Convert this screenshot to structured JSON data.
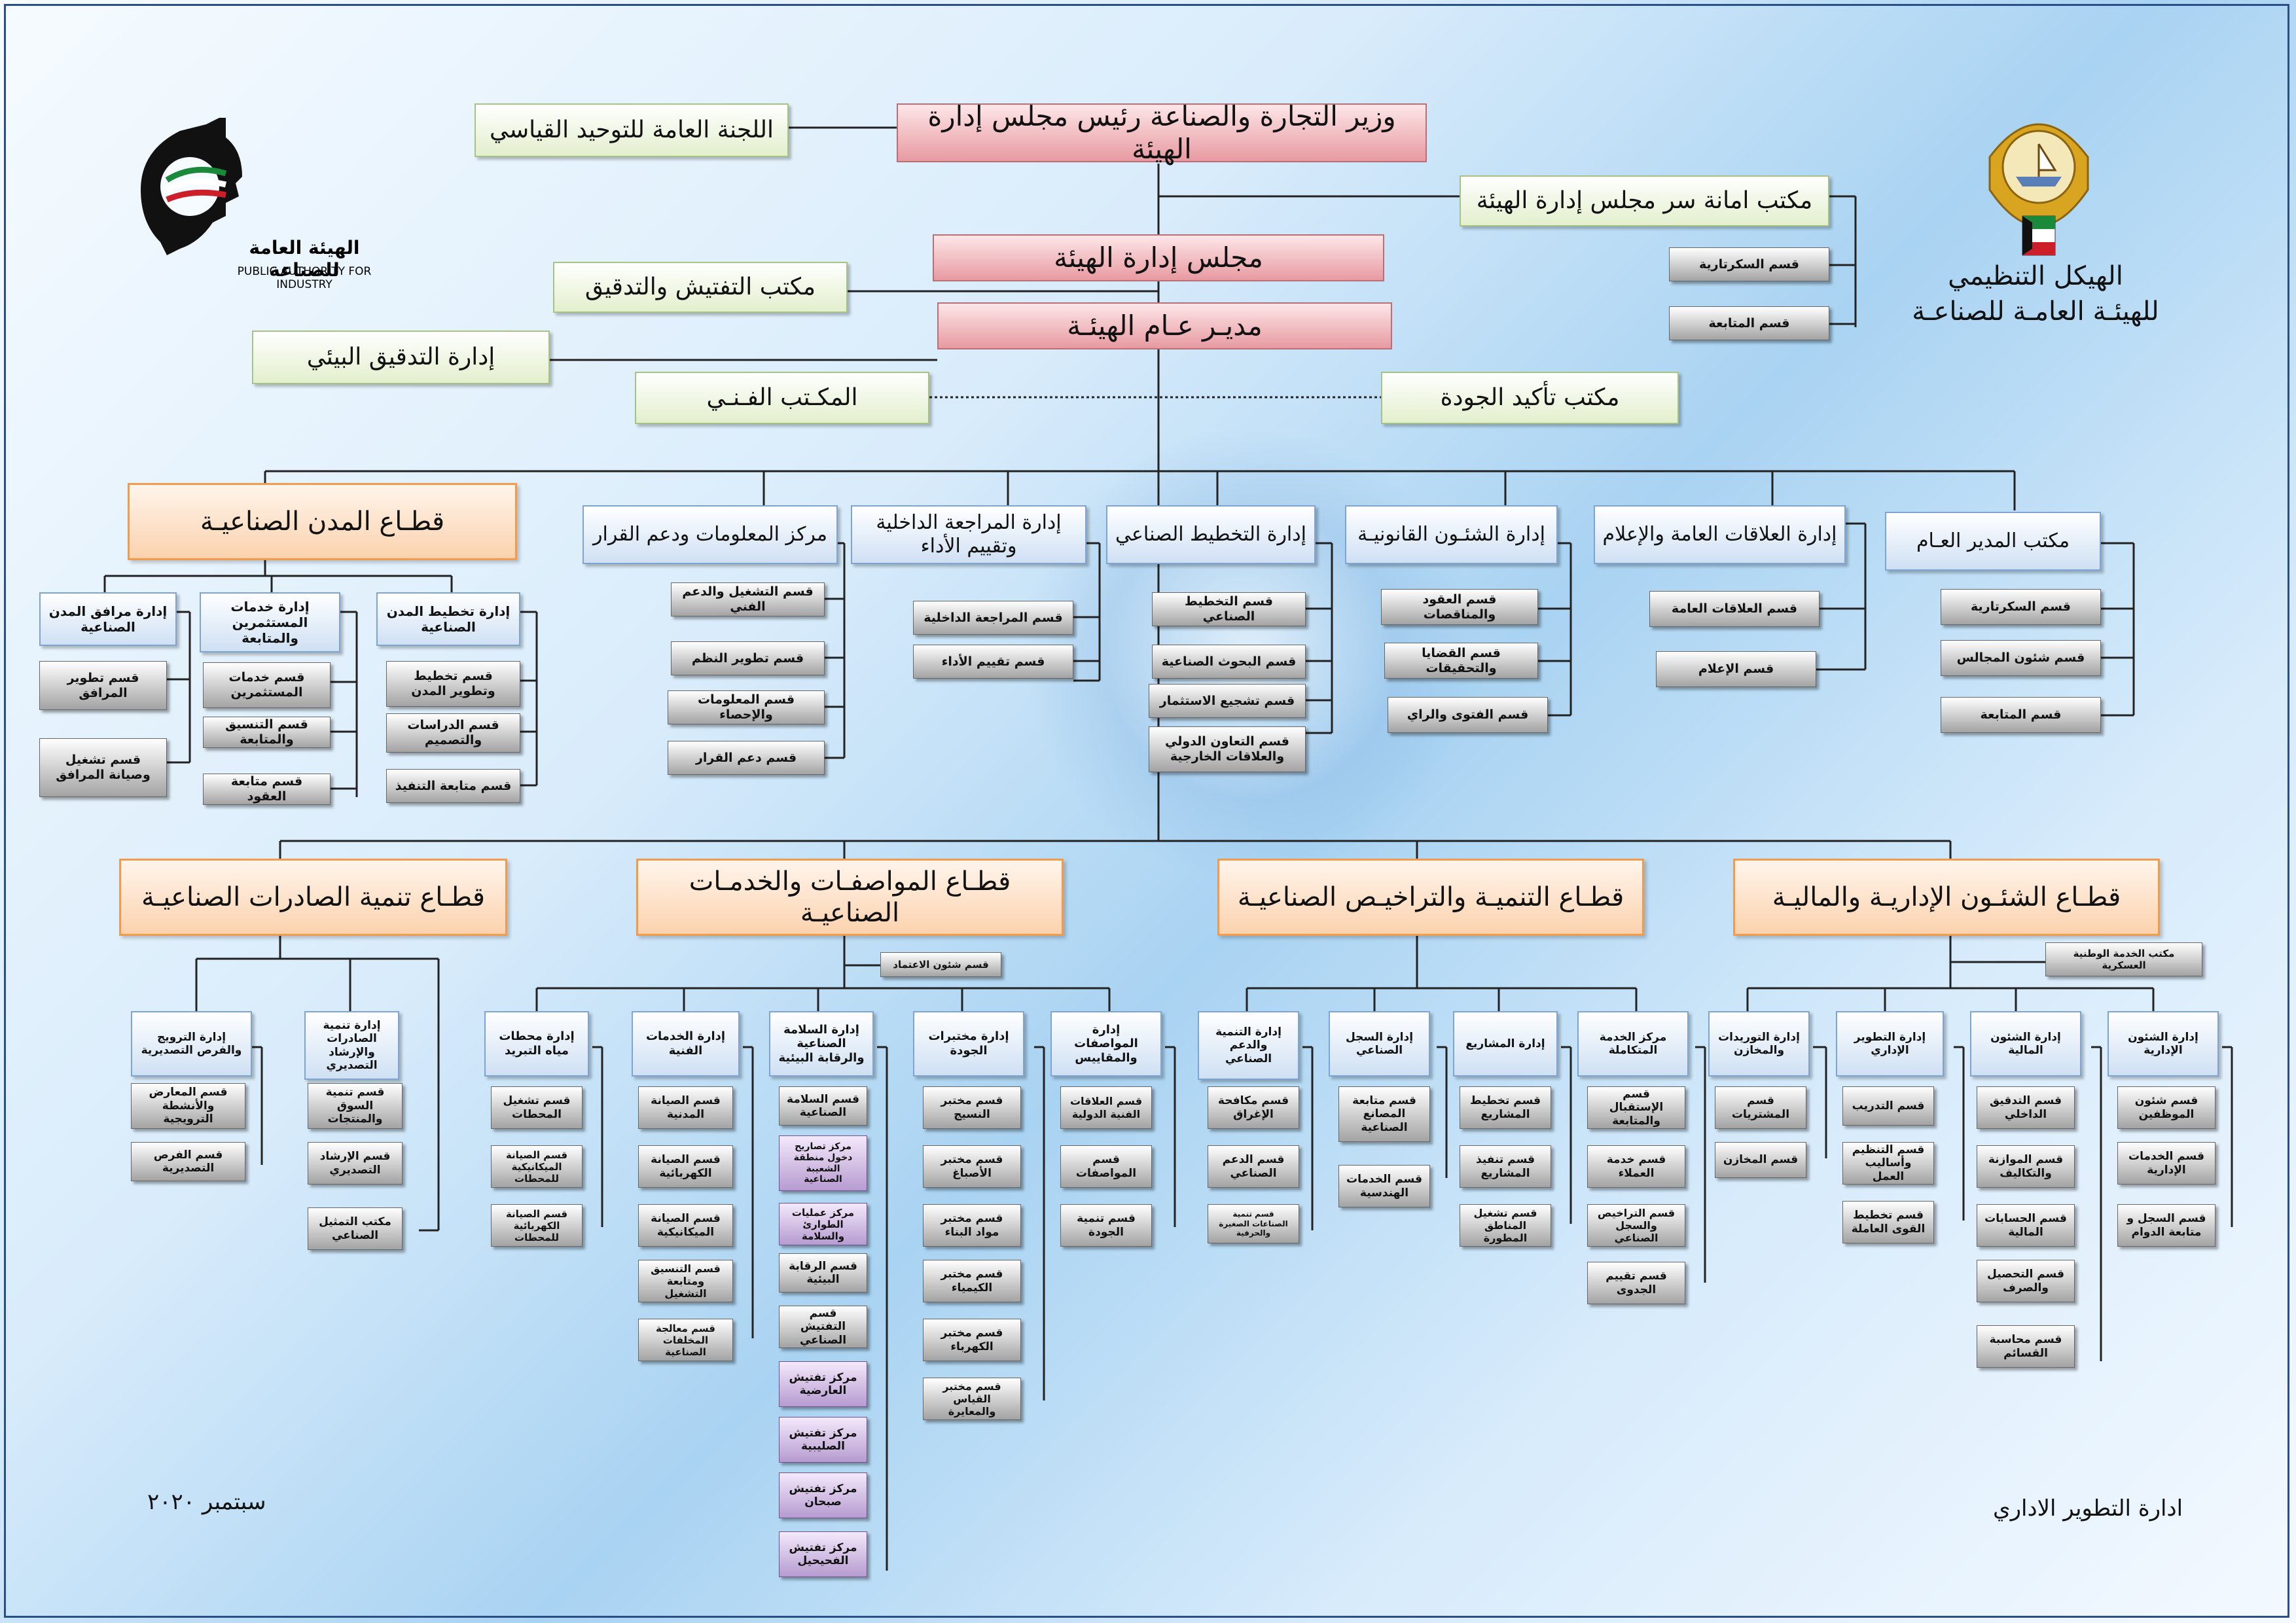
{
  "header": {
    "title_line1": "الهيكل التنظيمي",
    "title_line2": "للهيئـة العامـة للصناعـة",
    "logo_ar": "الهيئة العامة للصناعة",
    "logo_en": "PUBLIC AUTHORITY FOR INDUSTRY"
  },
  "top": {
    "minister": "وزير التجارة والصناعة رئيس مجلس إدارة الهيئة",
    "standardization_committee": "اللجنة العامة للتوحيد القياسي",
    "board_secretary_office": "مكتب امانة سر مجلس إدارة الهيئة",
    "secretariat_section": "قسم السكرتارية",
    "followup_section": "قسم المتابعة",
    "board": "مجلس إدارة الهيئة",
    "inspection_office": "مكتب التفتيش والتدقيق",
    "director_general": "مديـر عـام الهيئـة",
    "env_audit": "إدارة التدقيق البيئي",
    "technical_office": "المكـتب الفـنـي",
    "quality_office": "مكتب تأكيد الجودة"
  },
  "upper_units": {
    "industrial_cities_sector": "قطـاع المدن الصناعيـة",
    "info_center": "مركز المعلومات ودعم القرار",
    "internal_audit": "إدارة المراجعة الداخلية وتقييم الأداء",
    "industrial_planning": "إدارة التخطيط الصناعي",
    "legal_affairs": "إدارة الشئـون القانونيـة",
    "public_relations": "إدارة العلاقات العامة والإعلام",
    "dg_office": "مكتب المدير العـام",
    "ic_facilities": "إدارة مرافق المدن الصناعية",
    "ic_investor_services": "إدارة خدمات المستثمرين والمتابعة",
    "ic_planning": "إدارة تخطيط المدن الصناعية",
    "ic_facilities_sections": [
      "قسم تطوير المرافق",
      "قسم تشغيل وصيانة المرافق"
    ],
    "ic_investor_sections": [
      "قسم خدمات المستثمرين",
      "قسم التنسيق والمتابعة",
      "قسم متابعة العقود"
    ],
    "ic_planning_sections": [
      "قسم تخطيط وتطوير المدن",
      "قسم الدراسات والتصميم",
      "قسم متابعة التنفيذ"
    ],
    "info_sections": [
      "قسم التشغيل والدعم الفني",
      "قسم تطوير النظم",
      "قسم المعلومات والإحصاء",
      "قسم دعم القرار"
    ],
    "audit_sections": [
      "قسم المراجعة الداخلية",
      "قسم تقييم الأداء"
    ],
    "planning_sections": [
      "قسم التخطيط الصناعي",
      "قسم البحوث الصناعية",
      "قسم تشجيع الاستثمار",
      "قسم التعاون الدولي والعلاقات الخارجية"
    ],
    "legal_sections": [
      "قسم العقود والمناقصات",
      "قسم القضايا والتحقيقات",
      "قسم الفتوى والراي"
    ],
    "pr_sections": [
      "قسم العلاقات العامة",
      "قسم الإعلام"
    ],
    "dg_sections": [
      "قسم السكرتارية",
      "قسم شئون المجالس",
      "قسم المتابعة"
    ]
  },
  "sectors": {
    "exports": "قطـاع تنمية الصادرات الصناعيـة",
    "standards": "قطـاع المواصفـات والخدمـات الصناعيـة",
    "development": "قطـاع التنميـة والتراخيـص الصناعيـة",
    "admin_finance": "قطـاع الشئـون الإداريـة والماليـة",
    "accreditation_section": "قسم شئون الاعتماد",
    "military_service_office": "مكتب الخدمة الوطنية العسكرية"
  },
  "exports_depts": {
    "promotion": "إدارة الترويج والفرص التصديرية",
    "promotion_sections": [
      "قسم المعارض والأنشطة الترويجية",
      "قسم الفرص التصديرية"
    ],
    "development": "إدارة تنمية الصادرات والإرشاد التصديري",
    "development_sections": [
      "قسم تنمية السوق والمنتجات",
      "قسم الإرشاد التصديري",
      "مكتب التمثيل الصناعي"
    ]
  },
  "standards_depts": {
    "cooling": "إدارة محطات مياه التبريد",
    "cooling_sections": [
      "قسم تشغيل المحطات",
      "قسم الصيانة الميكانيكية للمحطات",
      "قسم الصيانة الكهربائية للمحطات"
    ],
    "technical": "إدارة الخدمات الفنية",
    "technical_sections": [
      "قسم الصيانة المدنية",
      "قسم الصيانة الكهربائية",
      "قسم الصيانة الميكانيكية",
      "قسم التنسيق ومتابعة التشغيل",
      "قسم معالجة المخلفات الصناعية"
    ],
    "safety": "إدارة السلامة الصناعية والرقابة البيئية",
    "safety_sections": [
      "قسم السلامة الصناعية",
      "مركز تصاريح دخول منطقة الشعيبة الصناعية",
      "مركز عمليات الطوارئ والسلامة",
      "قسم الرقابة البيئية",
      "قسم التفتيش الصناعي",
      "مركز تفتيش العارضية",
      "مركز تفتيش الصليبية",
      "مركز تفتيش صبحان",
      "مركز تفتيش الفحيحيل"
    ],
    "labs": "إدارة مختبرات الجودة",
    "labs_sections": [
      "قسم مختبر النسيج",
      "قسم مختبر الأصباغ",
      "قسم مختبر مواد البناء",
      "قسم مختبر الكيمياء",
      "قسم مختبر الكهرباء",
      "قسم مختبر القياس والمعايرة"
    ],
    "specs": "إدارة المواصفات والمقاييس",
    "specs_sections": [
      "قسم العلاقات الفنية الدولية",
      "قسم المواصفات",
      "قسم تنمية الجودة"
    ]
  },
  "development_depts": {
    "dev_support": "إدارة التنمية والدعم الصناعي",
    "dev_support_sections": [
      "قسم مكافحة الإغراق",
      "قسم الدعم الصناعي",
      "قسم تنمية الصناعات الصغيرة والحرفية"
    ],
    "registry": "إدارة السجل الصناعي",
    "registry_sections": [
      "قسم متابعة المصانع الصناعية",
      "قسم الخدمات الهندسية"
    ],
    "projects": "إدارة المشاريع",
    "projects_sections": [
      "قسم تخطيط المشاريع",
      "قسم تنفيذ المشاريع",
      "قسم تشغيل المناطق المطورة"
    ],
    "integrated": "مركز الخدمة المتكاملة",
    "integrated_sections": [
      "قسم الإستقبال والمتابعة",
      "قسم خدمة العملاء",
      "قسم التراخيص والسجل الصناعي",
      "قسم تقييم الجدوى"
    ]
  },
  "admin_depts": {
    "supplies": "إدارة التوريدات والمخازن",
    "supplies_sections": [
      "قسم المشتريات",
      "قسم المخازن"
    ],
    "admin_dev": "إدارة التطوير الإداري",
    "admin_dev_sections": [
      "قسم التدريب",
      "قسم التنظيم وأساليب العمل",
      "قسم تخطيط القوى العاملة"
    ],
    "financial": "إدارة الشئون المالية",
    "financial_sections": [
      "قسم التدقيق الداخلي",
      "قسم الموازنة والتكاليف",
      "قسم الحسابات المالية",
      "قسم التحصيل والصرف",
      "قسم محاسبة القسائم"
    ],
    "administrative": "إدارة الشئون الإدارية",
    "administrative_sections": [
      "قسم شئون الموظفين",
      "قسم الخدمات الإدارية",
      "قسم السجل و متابعة الدوام"
    ]
  },
  "footer": {
    "date": "سبتمبر ٢٠٢٠",
    "department": "ادارة التطوير الاداري"
  },
  "colors": {
    "frame": "#2a4f86",
    "pink_box": "#e79aa1",
    "green_box": "#e3efcd",
    "orange_box": "#fbd2ae",
    "blue_box": "#cfe0f3",
    "gray_box": "#a3a3a3",
    "purple_box": "#b69bd0"
  }
}
